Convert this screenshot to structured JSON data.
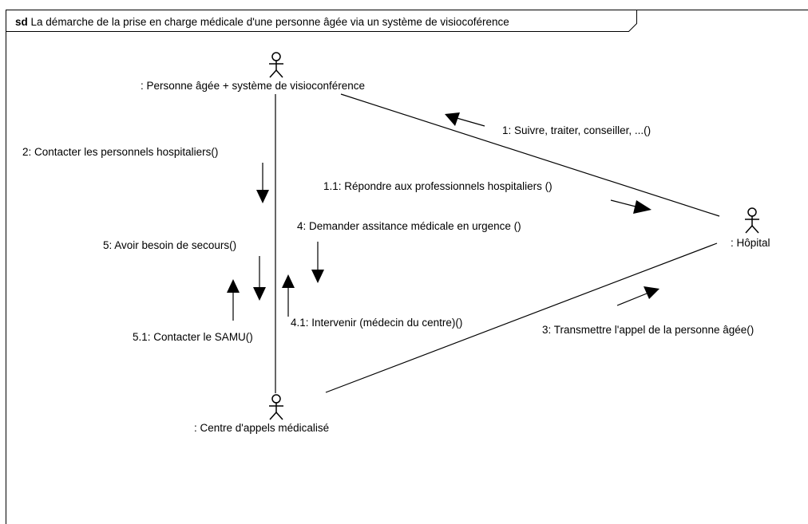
{
  "frame": {
    "keyword": "sd",
    "title": "La démarche de la prise en charge médicale d'une personne âgée via un système de visiocoférence"
  },
  "actors": {
    "person": ": Personne âgée + système de visioconférence",
    "hospital": ": Hôpital",
    "center": ": Centre d'appels médicalisé"
  },
  "messages": {
    "m1": "1: Suivre, traiter, conseiller, ...()",
    "m1_1": "1.1: Répondre aux professionnels hospitaliers ()",
    "m2": "2: Contacter les personnels hospitaliers()",
    "m3": "3: Transmettre l'appel de la personne âgée()",
    "m4": "4: Demander assitance médicale en urgence ()",
    "m4_1": "4.1: Intervenir (médecin du centre)()",
    "m5": "5: Avoir besoin de secours()",
    "m5_1": "5.1: Contacter le SAMU()"
  },
  "colors": {
    "line": "#000000",
    "background": "#ffffff"
  }
}
